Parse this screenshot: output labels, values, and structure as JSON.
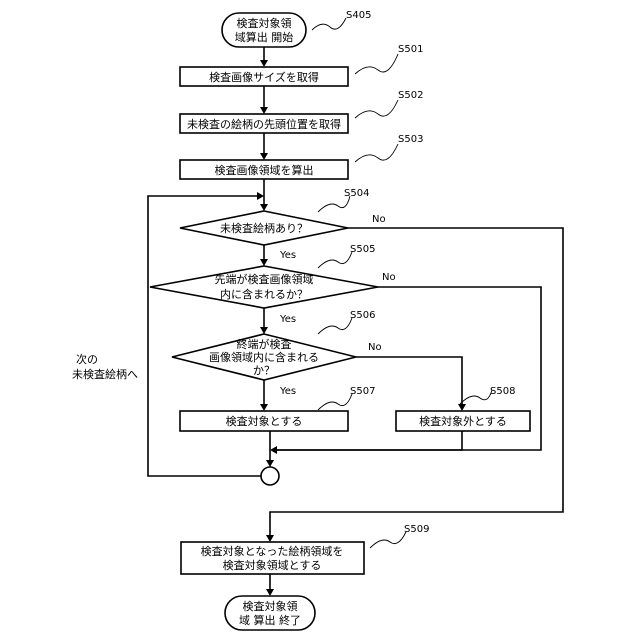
{
  "flowchart": {
    "start": {
      "line1": "検査対象領",
      "line2": "域算出 開始",
      "step": "S405"
    },
    "s501": {
      "label": "検査画像サイズを取得",
      "step": "S501"
    },
    "s502": {
      "label": "未検査の絵柄の先頭位置を取得",
      "step": "S502"
    },
    "s503": {
      "label": "検査画像領域を算出",
      "step": "S503"
    },
    "s504": {
      "label": "未検査絵柄あり？",
      "step": "S504",
      "no": "No",
      "yes": "Yes"
    },
    "s505": {
      "line1": "先端が検査画像領域",
      "line2": "内に含まれるか？",
      "step": "S505",
      "no": "No",
      "yes": "Yes"
    },
    "s506": {
      "line1": "終端が検査",
      "line2": "画像領域内に含まれる",
      "line3": "か？",
      "step": "S506",
      "no": "No",
      "yes": "Yes"
    },
    "s507": {
      "label": "検査対象とする",
      "step": "S507"
    },
    "s508": {
      "label": "検査対象外とする",
      "step": "S508"
    },
    "loop": {
      "line1": "次の",
      "line2": "未検査絵柄へ"
    },
    "s509": {
      "line1": "検査対象となった絵柄領域を",
      "line2": "検査対象領域とする",
      "step": "S509"
    },
    "end": {
      "line1": "検査対象領",
      "line2": "域 算出 終了"
    }
  }
}
